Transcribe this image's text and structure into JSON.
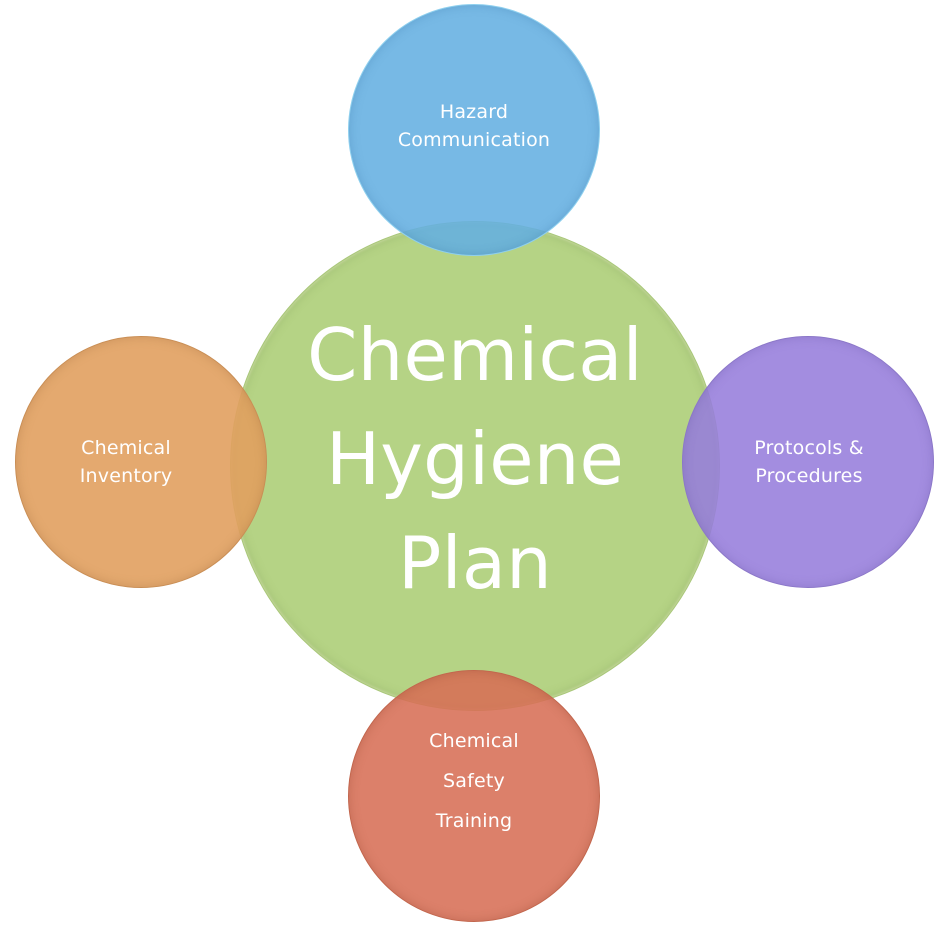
{
  "diagram": {
    "type": "hub-and-spoke",
    "center": {
      "label": "Chemical\nHygiene\nPlan",
      "color": "#b5d385"
    },
    "nodes": [
      {
        "position": "top",
        "label": "Hazard\nCommunication",
        "color": "#64afe1"
      },
      {
        "position": "left",
        "label": "Chemical\nInventory",
        "color": "#e1a05f"
      },
      {
        "position": "right",
        "label": "Protocols &\nProcedures",
        "color": "#967ddc"
      },
      {
        "position": "bottom",
        "label": "Chemical\nSafety\nTraining",
        "color": "#d76e55"
      }
    ]
  }
}
